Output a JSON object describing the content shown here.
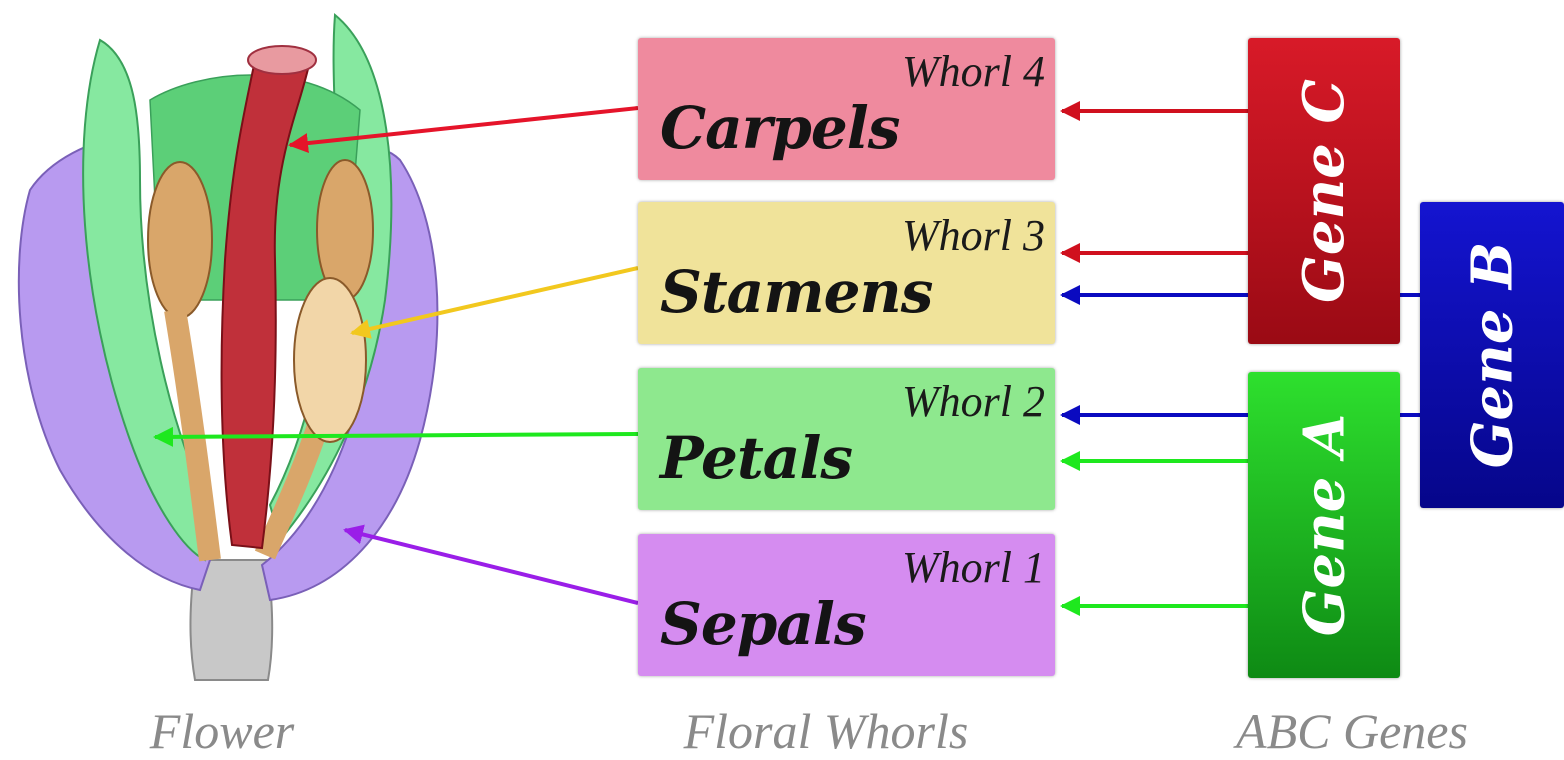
{
  "whorls": [
    {
      "whorl": "Whorl 4",
      "organ": "Carpels",
      "color": "#ef8a9e"
    },
    {
      "whorl": "Whorl 3",
      "organ": "Stamens",
      "color": "#f0e39a"
    },
    {
      "whorl": "Whorl 2",
      "organ": "Petals",
      "color": "#8ee88e"
    },
    {
      "whorl": "Whorl 1",
      "organ": "Sepals",
      "color": "#d58cf0"
    }
  ],
  "genes": {
    "c": {
      "label": "Gene C",
      "color": "#c41420"
    },
    "b": {
      "label": "Gene B",
      "color": "#0a0ab8"
    },
    "a": {
      "label": "Gene A",
      "color": "#1ec81e"
    }
  },
  "captions": {
    "flower": "Flower",
    "whorls": "Floral Whorls",
    "genes": "ABC Genes"
  },
  "arrow_colors": {
    "carpels": "#e5142a",
    "stamens": "#f2c81e",
    "petals": "#1ee81e",
    "sepals": "#9a1ee8",
    "gene_c": "#d0101e",
    "gene_b": "#0a0ac0",
    "gene_a": "#1ee81e"
  }
}
